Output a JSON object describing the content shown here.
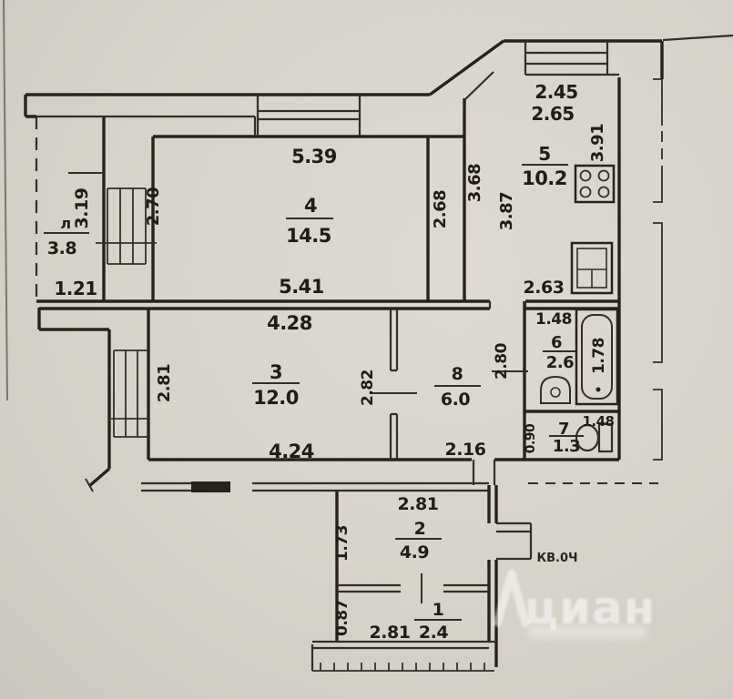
{
  "plan": {
    "watermark": {
      "brand": "циан"
    },
    "stamp": "КВ.0Ч",
    "rooms": {
      "living": {
        "number": "4",
        "area": "14.5",
        "dim_top": "5.39",
        "dim_bottom": "5.41",
        "dim_left": "2.70",
        "dim_right": "2.68"
      },
      "bedroom": {
        "number": "3",
        "area": "12.0",
        "dim_top": "4.28",
        "dim_bottom": "4.24",
        "dim_left": "2.81",
        "dim_right": "2.82"
      },
      "hallway": {
        "number": "8",
        "area": "6.0",
        "dim_bottom": "2.16",
        "dim_right": "2.80"
      },
      "kitchen": {
        "number": "5",
        "area": "10.2",
        "dim_top_outer": "2.45",
        "dim_top": "2.65",
        "dim_right": "3.91",
        "dim_left_upper": "3.68",
        "dim_left": "3.87",
        "dim_bottom": "2.63"
      },
      "bathroom": {
        "number": "6",
        "area": "2.6",
        "dim_top": "1.48",
        "dim_tub": "1.78"
      },
      "wc": {
        "number": "7",
        "area": "1.3",
        "dim_top": "1.48",
        "dim_left": "0.90"
      },
      "corridor": {
        "number": "2",
        "area": "4.9",
        "dim_top": "2.81",
        "dim_left": "1.73"
      },
      "entry": {
        "number": "1",
        "area": "2.4",
        "dim_bottom": "2.81",
        "dim_left": "0.87"
      },
      "loggia": {
        "letter": "л",
        "area": "3.8",
        "dim_left": "3.19",
        "dim_bottom": "1.21"
      }
    }
  }
}
